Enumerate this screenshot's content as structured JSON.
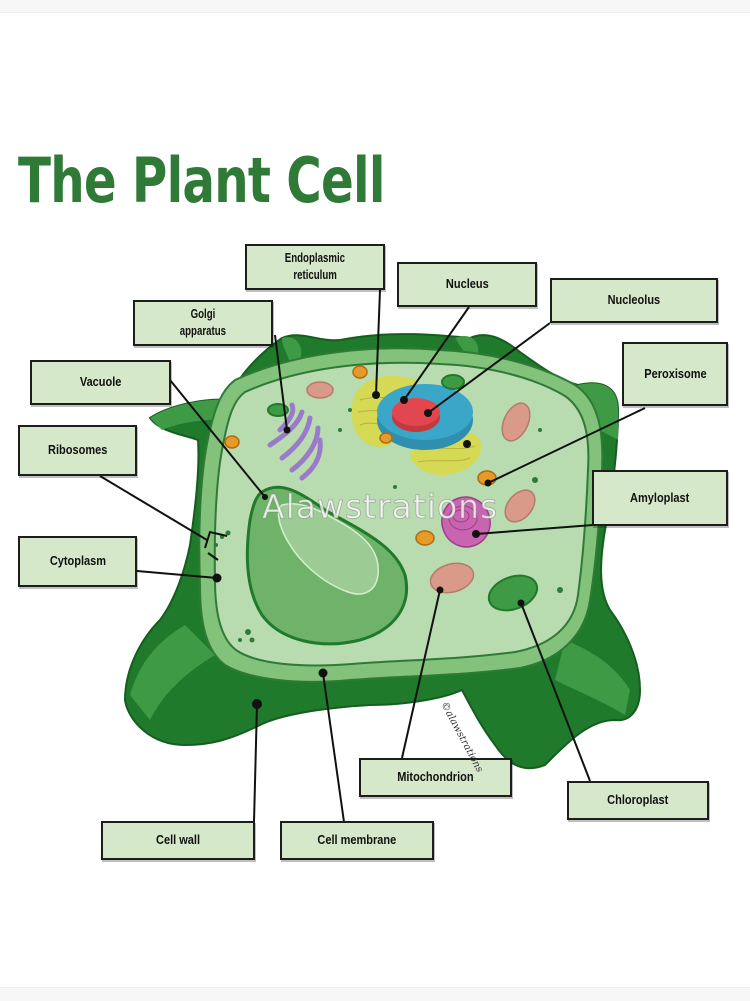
{
  "title": "The Plant Cell",
  "watermark": "Alawstrations",
  "signature": "©alawstrations",
  "colors": {
    "title": "#2f7a36",
    "label_fill": "#d5e8c9",
    "cell_wall_dark": "#1f7a2b",
    "cell_wall_mid": "#3f9a45",
    "membrane": "#82c27a",
    "cytoplasm": "#b9dbb0",
    "vacuole": "#6fb36a",
    "nucleus": "#3aa7c8",
    "nucleolus": "#e2474f",
    "er": "#d9d84a",
    "golgi": "#9b7bc9",
    "mitochondrion": "#d99a8a",
    "peroxisome": "#e59a2a",
    "amyloplast": "#c864b0",
    "chloroplast": "#3f9a45"
  },
  "labels": [
    {
      "id": "endoplasmic-reticulum",
      "lines": [
        "Endoplasmic",
        "reticulum"
      ]
    },
    {
      "id": "nucleus",
      "lines": [
        "Nucleus"
      ]
    },
    {
      "id": "nucleolus",
      "lines": [
        "Nucleolus"
      ]
    },
    {
      "id": "golgi-apparatus",
      "lines": [
        "Golgi",
        "apparatus"
      ]
    },
    {
      "id": "peroxisome",
      "lines": [
        "Peroxisome"
      ]
    },
    {
      "id": "vacuole",
      "lines": [
        "Vacuole"
      ]
    },
    {
      "id": "ribosomes",
      "lines": [
        "Ribosomes"
      ]
    },
    {
      "id": "amyloplast",
      "lines": [
        "Amyloplast"
      ]
    },
    {
      "id": "cytoplasm",
      "lines": [
        "Cytoplasm"
      ]
    },
    {
      "id": "mitochondrion",
      "lines": [
        "Mitochondrion"
      ]
    },
    {
      "id": "chloroplast",
      "lines": [
        "Chloroplast"
      ]
    },
    {
      "id": "cell-wall",
      "lines": [
        "Cell wall"
      ]
    },
    {
      "id": "cell-membrane",
      "lines": [
        "Cell membrane"
      ]
    }
  ]
}
